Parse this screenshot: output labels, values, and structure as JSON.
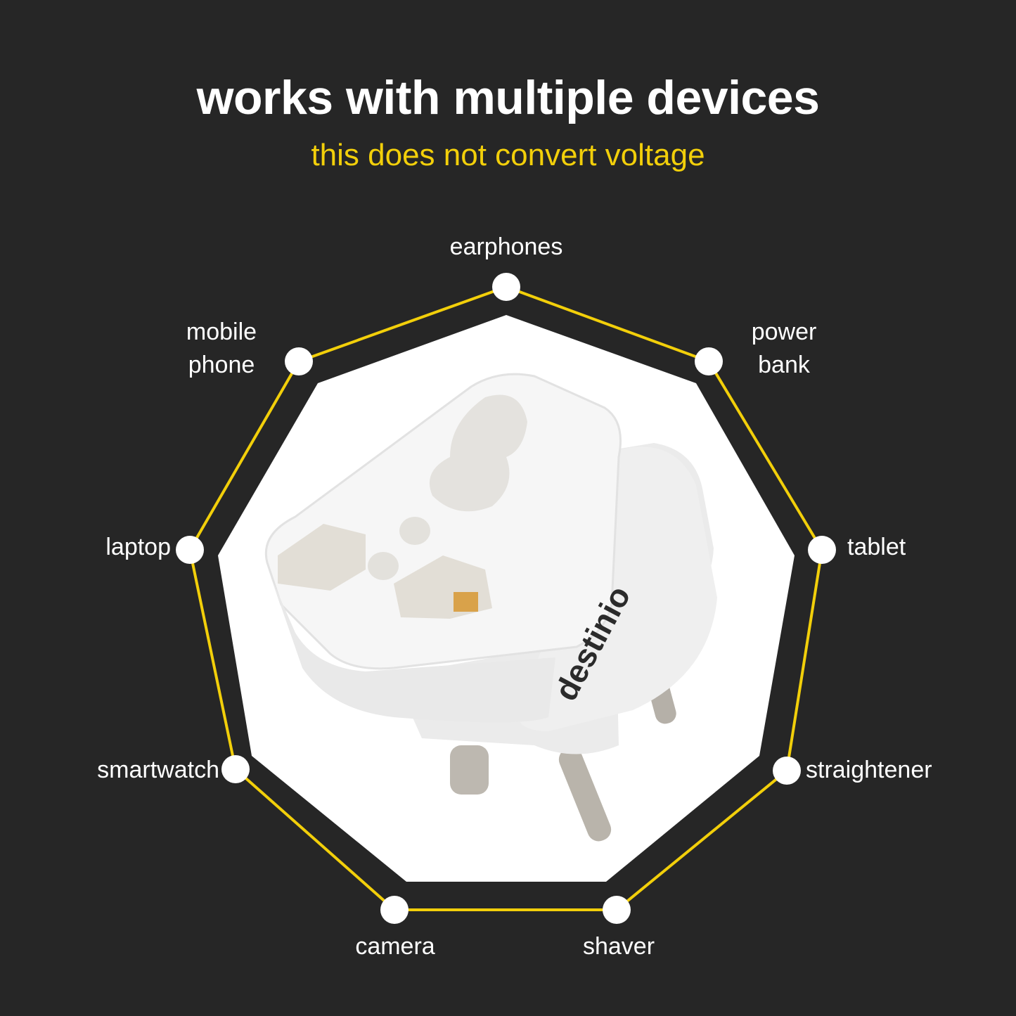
{
  "title": "works with multiple devices",
  "subtitle": "this does not convert voltage",
  "colors": {
    "background": "#262626",
    "accent": "#f2cf0a",
    "node": "#ffffff"
  },
  "devices": {
    "earphones": "earphones",
    "power_bank_1": "power",
    "power_bank_2": "bank",
    "tablet": "tablet",
    "straightener": "straightener",
    "shaver": "shaver",
    "camera": "camera",
    "smartwatch": "smartwatch",
    "laptop": "laptop",
    "mobile_phone_1": "mobile",
    "mobile_phone_2": "phone"
  },
  "product": {
    "brand_logo": "destinio"
  }
}
